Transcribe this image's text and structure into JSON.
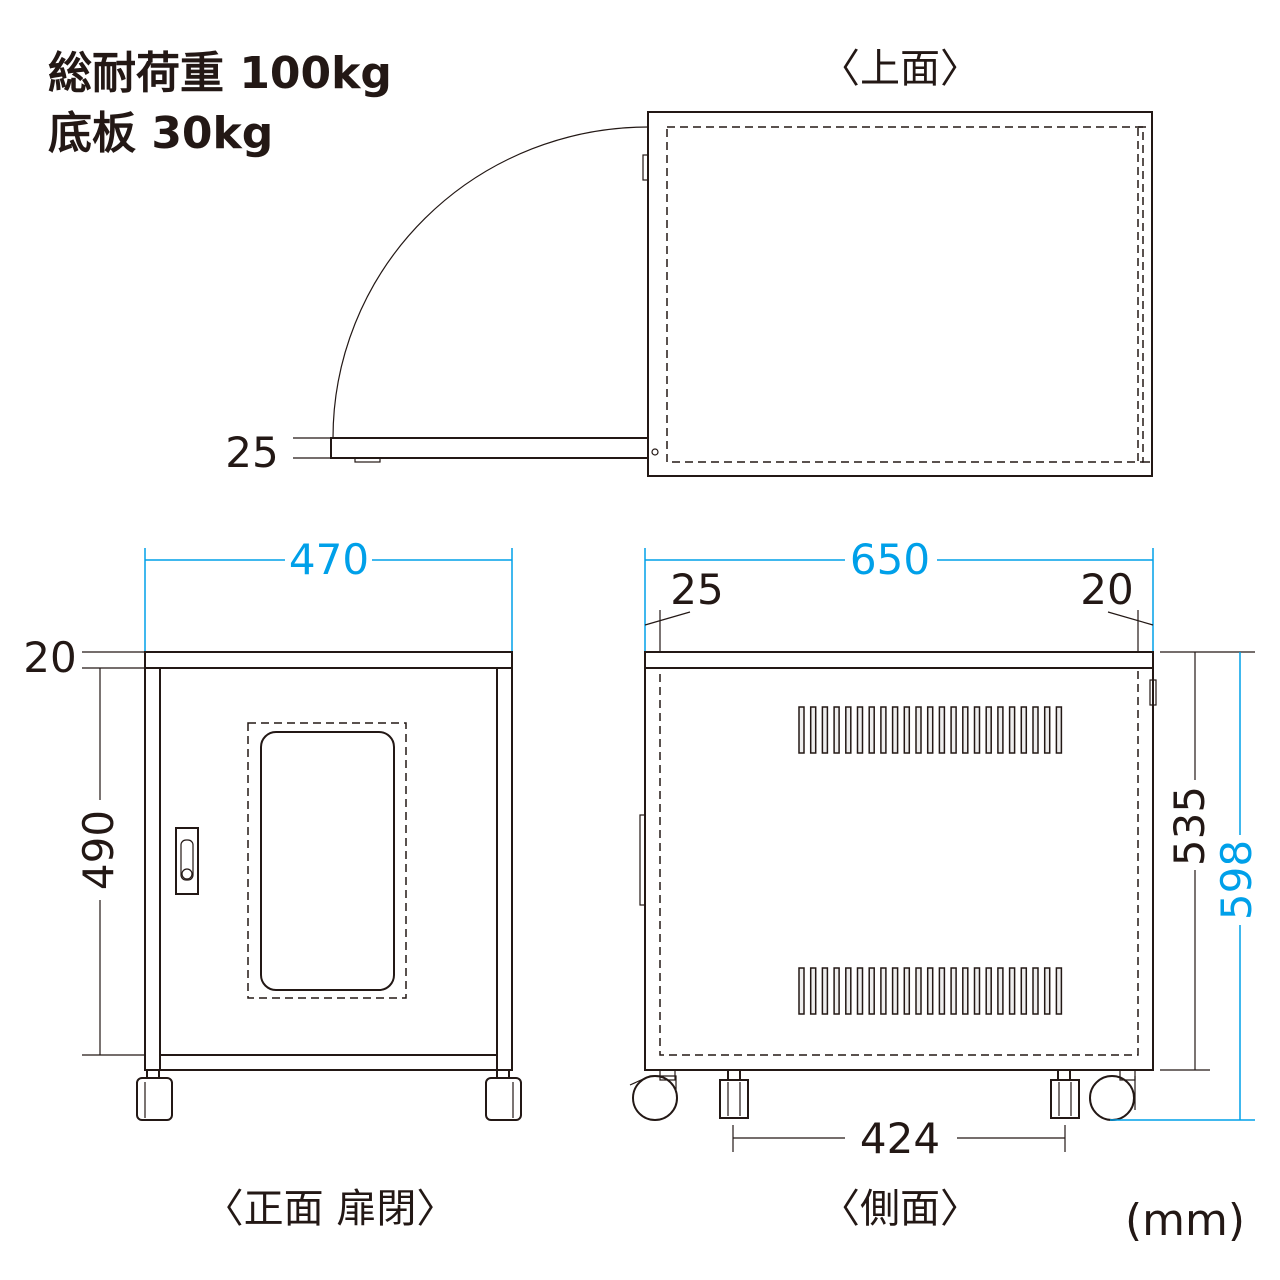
{
  "header": {
    "total_load": "総耐荷重 100kg",
    "bottom_plate": "底板 30kg"
  },
  "views": {
    "top": "〈上面〉",
    "front": "〈正面 扉閉〉",
    "side": "〈側面〉"
  },
  "units": "(mm)",
  "dimensions": {
    "door_thickness_top": "25",
    "front_width": "470",
    "front_top_plate": "20",
    "front_height": "490",
    "side_depth": "650",
    "side_door": "25",
    "side_rear": "20",
    "side_body_height": "535",
    "total_height": "598",
    "caster_span": "424"
  },
  "colors": {
    "line": "#231815",
    "dimension_accent": "#00a0e9"
  }
}
